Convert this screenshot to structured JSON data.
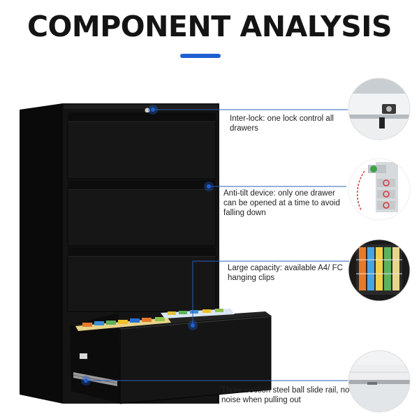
{
  "title": "COMPONENT ANALYSIS",
  "colors": {
    "accent": "#1f5fd1",
    "cabinet": "#141414"
  },
  "features": [
    {
      "name": "inter-lock",
      "text": "Inter-lock: one lock control all drawers"
    },
    {
      "name": "anti-tilt",
      "text": "Anti-tilt device: only one drawer can be opened at a time to avoid falling down"
    },
    {
      "name": "large-capacity",
      "text": "Large capacity: available A4/ FC hanging clips"
    },
    {
      "name": "slide-rail",
      "text": "Three-section steel ball slide rail, no noise when pulling out"
    }
  ]
}
